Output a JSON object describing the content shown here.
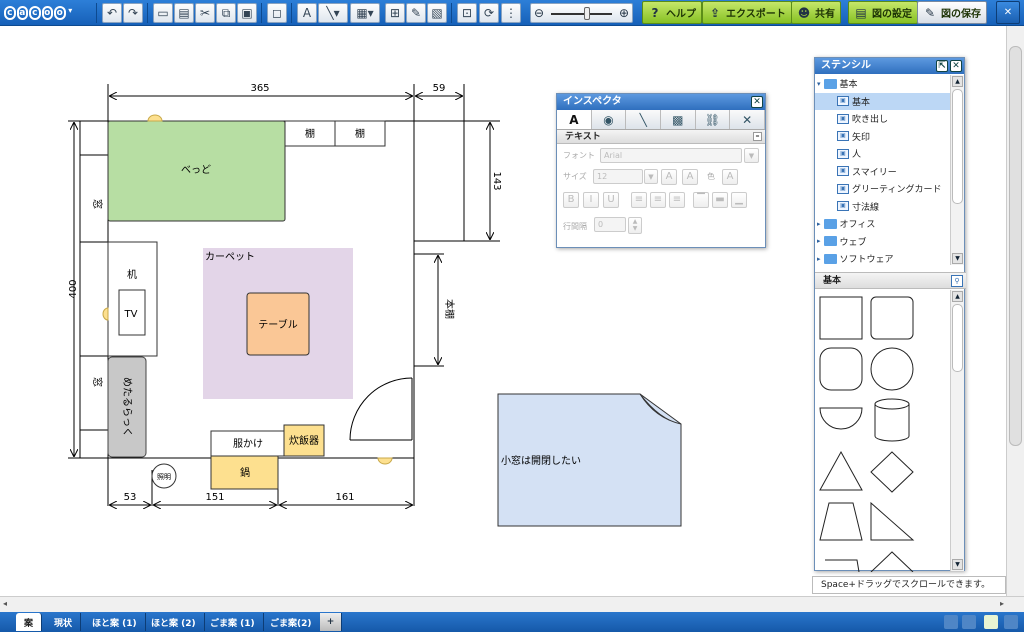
{
  "toolbar": {
    "logo": "cacoo",
    "buttons": [
      "undo-icon",
      "redo-icon",
      "new-page-icon",
      "paste-icon",
      "cut-icon",
      "copy-icon",
      "clipboard-icon",
      "text-icon",
      "line-icon",
      "fill-icon",
      "table-icon",
      "pen-icon",
      "image-icon",
      "group-icon",
      "refresh-icon",
      "align-icon"
    ],
    "help_label": "ヘルプ",
    "export_label": "エクスポート",
    "share_label": "共有",
    "settings_label": "図の設定",
    "save_label": "図の保存",
    "zoom_level": 0.6
  },
  "diagram": {
    "dimensions": {
      "d365": "365",
      "d59": "59",
      "d143": "143",
      "d400": "400",
      "d53": "53",
      "d151": "151",
      "d161": "161"
    },
    "labels": {
      "shelf1": "棚",
      "shelf2": "棚",
      "bed": "べっど",
      "window_top": "窓",
      "window_bottom": "窓",
      "desk": "机",
      "tv": "TV",
      "carpet": "カーペット",
      "table": "テーブル",
      "bookshelf": "本棚",
      "storage": "めたるらっく",
      "hanger": "服かけ",
      "cooker": "炊飯器",
      "light": "照明",
      "kitchen": "鍋"
    },
    "note": "小窓は開閉したい",
    "colors": {
      "bed": "#b7dea3",
      "carpet": "#e3d5e8",
      "table": "#fac796",
      "storage": "#c8c8c8",
      "yellow": "#fde08f",
      "note": "#d4e1f4"
    }
  },
  "inspector": {
    "title": "インスペクタ",
    "tabs": [
      "text-icon",
      "fill-icon",
      "line-icon",
      "shadow-icon",
      "link-icon",
      "tools-icon"
    ],
    "tab_text": "A",
    "section": "テキスト",
    "font_label": "フォント",
    "font_value": "Arial",
    "size_label": "サイズ",
    "size_value": "12",
    "color_label": "色",
    "line_label": "行間隔",
    "line_value": "0"
  },
  "stencil": {
    "title": "ステンシル",
    "tree": [
      {
        "label": "基本",
        "type": "folder"
      },
      {
        "label": "基本",
        "type": "item",
        "selected": true
      },
      {
        "label": "吹き出し",
        "type": "item"
      },
      {
        "label": "矢印",
        "type": "item"
      },
      {
        "label": "人",
        "type": "item"
      },
      {
        "label": "スマイリー",
        "type": "item"
      },
      {
        "label": "グリーティングカード",
        "type": "item"
      },
      {
        "label": "寸法線",
        "type": "item"
      },
      {
        "label": "オフィス",
        "type": "folder"
      },
      {
        "label": "ウェブ",
        "type": "folder"
      },
      {
        "label": "ソフトウェア",
        "type": "folder"
      }
    ],
    "section_title": "基本"
  },
  "hint": "Space+ドラッグでスクロールできます。",
  "tabs": [
    "案",
    "現状",
    "ほと案 (1)",
    "ほと案 (2)",
    "ごま案 (1)",
    "ごま案(2)"
  ]
}
